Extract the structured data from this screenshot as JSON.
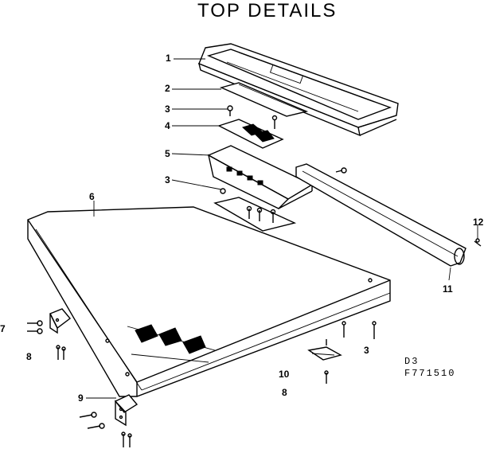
{
  "title": "TOP DETAILS",
  "callouts": {
    "c1": "1",
    "c2": "2",
    "c3a": "3",
    "c4": "4",
    "c5": "5",
    "c3b": "3",
    "c6": "6",
    "c12": "12",
    "c11": "11",
    "c7": "7",
    "c8a": "8",
    "c3c": "3",
    "c10": "10",
    "c8b": "8",
    "c9": "9"
  },
  "drawing_code": {
    "line1": "D3",
    "line2": "F771510"
  }
}
